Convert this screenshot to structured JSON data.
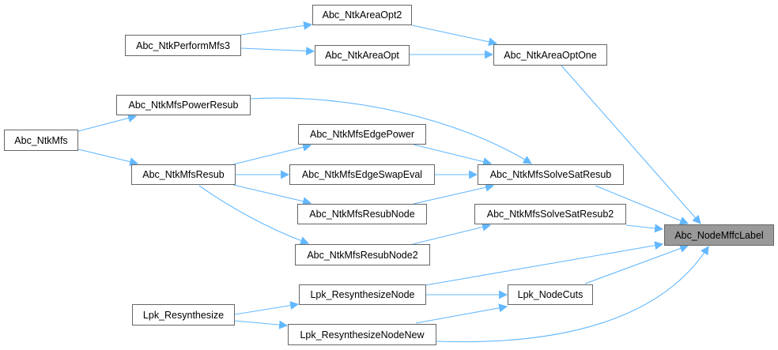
{
  "graph": {
    "type": "caller-graph",
    "edge_color": "#63b8ff",
    "node_border_color": "#666666",
    "focus_fill": "#999999",
    "focus_node": "Abc_NodeMffcLabel",
    "nodes": [
      {
        "id": "opt2",
        "label": "Abc_NtkAreaOpt2"
      },
      {
        "id": "pmfs3",
        "label": "Abc_NtkPerformMfs3"
      },
      {
        "id": "opt",
        "label": "Abc_NtkAreaOpt"
      },
      {
        "id": "optone",
        "label": "Abc_NtkAreaOptOne"
      },
      {
        "id": "powerresub",
        "label": "Abc_NtkMfsPowerResub"
      },
      {
        "id": "mfs",
        "label": "Abc_NtkMfs"
      },
      {
        "id": "edgepower",
        "label": "Abc_NtkMfsEdgePower"
      },
      {
        "id": "resub",
        "label": "Abc_NtkMfsResub"
      },
      {
        "id": "swapeval",
        "label": "Abc_NtkMfsEdgeSwapEval"
      },
      {
        "id": "solvesat",
        "label": "Abc_NtkMfsSolveSatResub"
      },
      {
        "id": "resubnode",
        "label": "Abc_NtkMfsResubNode"
      },
      {
        "id": "solvesat2",
        "label": "Abc_NtkMfsSolveSatResub2"
      },
      {
        "id": "mffc",
        "label": "Abc_NodeMffcLabel"
      },
      {
        "id": "resubnode2",
        "label": "Abc_NtkMfsResubNode2"
      },
      {
        "id": "lpknode",
        "label": "Lpk_ResynthesizeNode"
      },
      {
        "id": "lpkcuts",
        "label": "Lpk_NodeCuts"
      },
      {
        "id": "lpkresyn",
        "label": "Lpk_Resynthesize"
      },
      {
        "id": "lpknodenew",
        "label": "Lpk_ResynthesizeNodeNew"
      }
    ],
    "edges": [
      {
        "from": "pmfs3",
        "to": "opt2"
      },
      {
        "from": "pmfs3",
        "to": "opt"
      },
      {
        "from": "opt2",
        "to": "optone"
      },
      {
        "from": "opt",
        "to": "optone"
      },
      {
        "from": "optone",
        "to": "mffc"
      },
      {
        "from": "mfs",
        "to": "powerresub"
      },
      {
        "from": "mfs",
        "to": "resub"
      },
      {
        "from": "powerresub",
        "to": "solvesat"
      },
      {
        "from": "resub",
        "to": "edgepower"
      },
      {
        "from": "resub",
        "to": "swapeval"
      },
      {
        "from": "resub",
        "to": "resubnode"
      },
      {
        "from": "resub",
        "to": "resubnode2"
      },
      {
        "from": "edgepower",
        "to": "solvesat"
      },
      {
        "from": "swapeval",
        "to": "solvesat"
      },
      {
        "from": "resubnode",
        "to": "solvesat"
      },
      {
        "from": "resubnode2",
        "to": "solvesat2"
      },
      {
        "from": "solvesat",
        "to": "mffc"
      },
      {
        "from": "solvesat2",
        "to": "mffc"
      },
      {
        "from": "lpknode",
        "to": "mffc"
      },
      {
        "from": "lpknode",
        "to": "lpkcuts"
      },
      {
        "from": "lpkcuts",
        "to": "mffc"
      },
      {
        "from": "lpkresyn",
        "to": "lpknode"
      },
      {
        "from": "lpkresyn",
        "to": "lpknodenew"
      },
      {
        "from": "lpknodenew",
        "to": "lpkcuts"
      },
      {
        "from": "lpknodenew",
        "to": "mffc"
      }
    ]
  }
}
